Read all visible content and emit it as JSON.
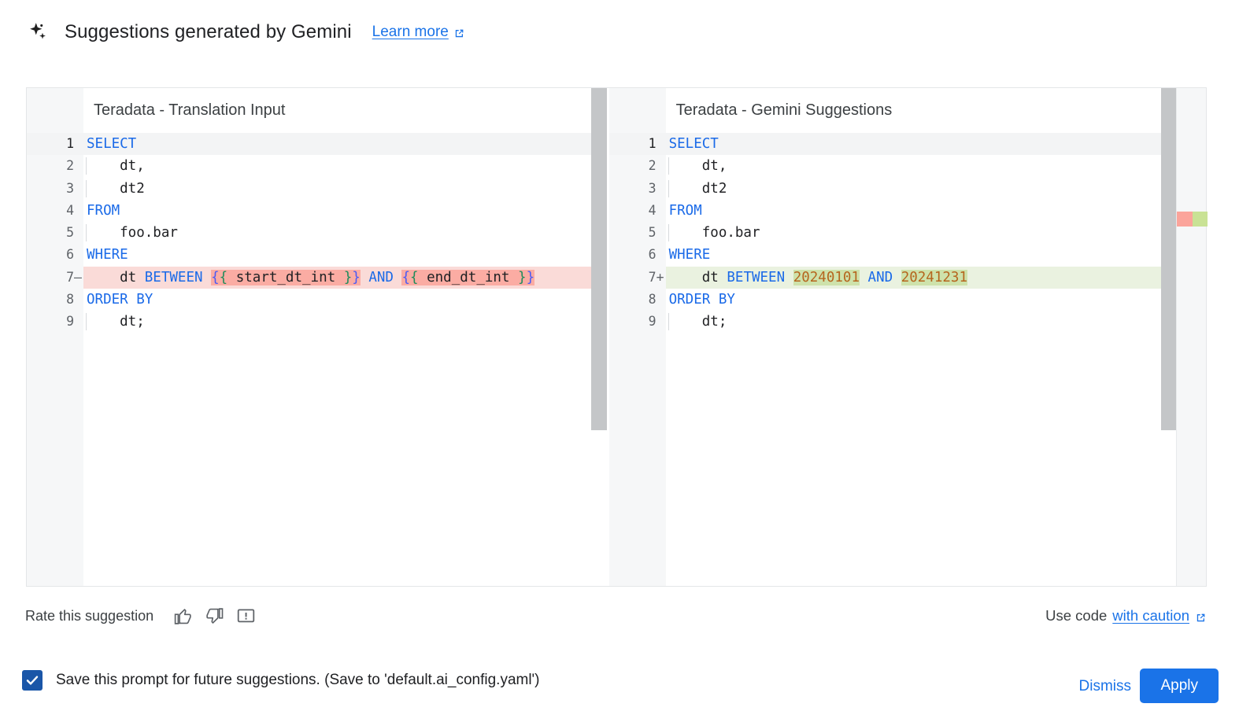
{
  "header": {
    "icon": "sparkle-icon",
    "title": "Suggestions generated by Gemini",
    "learn_more": "Learn more",
    "learn_more_icon": "external-link-icon"
  },
  "diff": {
    "left": {
      "title": "Teradata - Translation Input",
      "lines": [
        {
          "no": "1",
          "sign": "",
          "indent": false,
          "state": "active",
          "tokens": [
            {
              "t": "SELECT",
              "c": "kw"
            }
          ]
        },
        {
          "no": "2",
          "sign": "",
          "indent": true,
          "state": "",
          "tokens": [
            {
              "t": "    dt,",
              "c": "plain"
            }
          ]
        },
        {
          "no": "3",
          "sign": "",
          "indent": true,
          "state": "",
          "tokens": [
            {
              "t": "    dt2",
              "c": "plain"
            }
          ]
        },
        {
          "no": "4",
          "sign": "",
          "indent": false,
          "state": "",
          "tokens": [
            {
              "t": "FROM",
              "c": "kw"
            }
          ]
        },
        {
          "no": "5",
          "sign": "",
          "indent": true,
          "state": "",
          "tokens": [
            {
              "t": "    foo.bar",
              "c": "plain"
            }
          ]
        },
        {
          "no": "6",
          "sign": "",
          "indent": false,
          "state": "",
          "tokens": [
            {
              "t": "WHERE",
              "c": "kw"
            }
          ]
        },
        {
          "no": "7",
          "sign": "—",
          "indent": false,
          "state": "del",
          "tokens": [
            {
              "t": "    dt ",
              "c": "plain"
            },
            {
              "t": "BETWEEN",
              "c": "kw"
            },
            {
              "t": " ",
              "c": "plain"
            },
            {
              "t": "{",
              "c": "brace-b",
              "hl": "del"
            },
            {
              "t": "{",
              "c": "brace-g",
              "hl": "del"
            },
            {
              "t": " start_dt_int ",
              "c": "plain",
              "hl": "del"
            },
            {
              "t": "}",
              "c": "brace-g",
              "hl": "del"
            },
            {
              "t": "}",
              "c": "brace-b",
              "hl": "del"
            },
            {
              "t": " ",
              "c": "plain"
            },
            {
              "t": "AND",
              "c": "kw"
            },
            {
              "t": " ",
              "c": "plain"
            },
            {
              "t": "{",
              "c": "brace-b",
              "hl": "del"
            },
            {
              "t": "{",
              "c": "brace-g",
              "hl": "del"
            },
            {
              "t": " end_dt_int ",
              "c": "plain",
              "hl": "del"
            },
            {
              "t": "}",
              "c": "brace-g",
              "hl": "del"
            },
            {
              "t": "}",
              "c": "brace-b",
              "hl": "del"
            }
          ]
        },
        {
          "no": "8",
          "sign": "",
          "indent": false,
          "state": "",
          "tokens": [
            {
              "t": "ORDER BY",
              "c": "kw"
            }
          ]
        },
        {
          "no": "9",
          "sign": "",
          "indent": true,
          "state": "",
          "tokens": [
            {
              "t": "    dt;",
              "c": "plain"
            }
          ]
        }
      ]
    },
    "right": {
      "title": "Teradata - Gemini Suggestions",
      "lines": [
        {
          "no": "1",
          "sign": "",
          "indent": false,
          "state": "active",
          "tokens": [
            {
              "t": "SELECT",
              "c": "kw"
            }
          ]
        },
        {
          "no": "2",
          "sign": "",
          "indent": true,
          "state": "",
          "tokens": [
            {
              "t": "    dt,",
              "c": "plain"
            }
          ]
        },
        {
          "no": "3",
          "sign": "",
          "indent": true,
          "state": "",
          "tokens": [
            {
              "t": "    dt2",
              "c": "plain"
            }
          ]
        },
        {
          "no": "4",
          "sign": "",
          "indent": false,
          "state": "",
          "tokens": [
            {
              "t": "FROM",
              "c": "kw"
            }
          ]
        },
        {
          "no": "5",
          "sign": "",
          "indent": true,
          "state": "",
          "tokens": [
            {
              "t": "    foo.bar",
              "c": "plain"
            }
          ]
        },
        {
          "no": "6",
          "sign": "",
          "indent": false,
          "state": "",
          "tokens": [
            {
              "t": "WHERE",
              "c": "kw"
            }
          ]
        },
        {
          "no": "7",
          "sign": "+",
          "indent": false,
          "state": "add",
          "tokens": [
            {
              "t": "    dt ",
              "c": "plain"
            },
            {
              "t": "BETWEEN",
              "c": "kw"
            },
            {
              "t": " ",
              "c": "plain"
            },
            {
              "t": "20240101",
              "c": "num",
              "hl": "add"
            },
            {
              "t": " ",
              "c": "plain"
            },
            {
              "t": "AND",
              "c": "kw"
            },
            {
              "t": " ",
              "c": "plain"
            },
            {
              "t": "20241231",
              "c": "num",
              "hl": "add"
            }
          ]
        },
        {
          "no": "8",
          "sign": "",
          "indent": false,
          "state": "",
          "tokens": [
            {
              "t": "ORDER BY",
              "c": "kw"
            }
          ]
        },
        {
          "no": "9",
          "sign": "",
          "indent": true,
          "state": "",
          "tokens": [
            {
              "t": "    dt;",
              "c": "plain"
            }
          ]
        }
      ]
    },
    "overview_markers": [
      {
        "kind": "removed-marker",
        "color": "#fba49b"
      },
      {
        "kind": "added-marker",
        "color": "#c9e295"
      }
    ]
  },
  "rate": {
    "label": "Rate this suggestion",
    "thumb_up_icon": "thumb-up-icon",
    "thumb_down_icon": "thumb-down-icon",
    "report_icon": "report-icon"
  },
  "use_code": {
    "prefix": "Use code",
    "link": "with caution",
    "icon": "external-link-icon"
  },
  "footer": {
    "checkbox_checked": true,
    "save_label": "Save this prompt for future suggestions. (Save to 'default.ai_config.yaml')",
    "dismiss_label": "Dismiss",
    "apply_label": "Apply"
  },
  "colors": {
    "accent_blue": "#1a73e8",
    "checkbox_blue": "#1a56a8",
    "keyword_blue": "#1a6ae8",
    "number_orange": "#b5651d",
    "diff_removed_bg": "#fadbd8",
    "diff_removed_strong": "#fbaca3",
    "diff_added_bg": "#eaf2e0",
    "diff_added_strong": "#cee2ab"
  }
}
